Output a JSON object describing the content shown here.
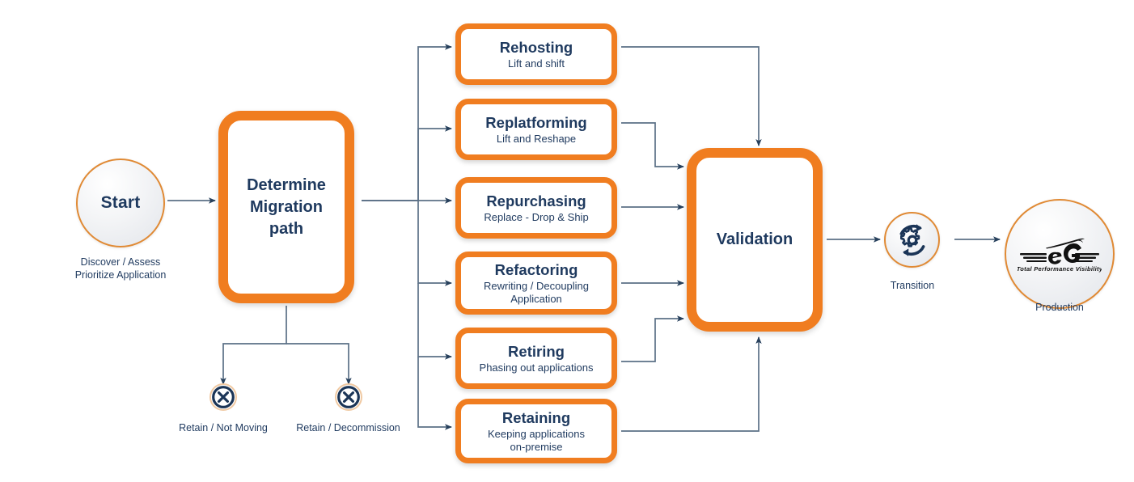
{
  "diagram": {
    "title": "Cloud Migration Path Flow",
    "colors": {
      "accent_orange": "#f07d20",
      "text_navy": "#1f3a5f",
      "connector": "#2b4058",
      "circle_ring": "#e08a35"
    }
  },
  "start": {
    "label": "Start",
    "caption_line1": "Discover / Assess",
    "caption_line2": "Prioritize Application"
  },
  "decision": {
    "line1": "Determine",
    "line2": "Migration",
    "line3": "path"
  },
  "terminations": [
    {
      "icon": "x-circle-icon",
      "label": "Retain / Not Moving"
    },
    {
      "icon": "x-circle-icon",
      "label": "Retain / Decommission"
    }
  ],
  "strategies": [
    {
      "title": "Rehosting",
      "sub1": "Lift and shift",
      "sub2": ""
    },
    {
      "title": "Replatforming",
      "sub1": "Lift and Reshape",
      "sub2": ""
    },
    {
      "title": "Repurchasing",
      "sub1": "Replace - Drop & Ship",
      "sub2": ""
    },
    {
      "title": "Refactoring",
      "sub1": "Rewriting / Decoupling",
      "sub2": "Application"
    },
    {
      "title": "Retiring",
      "sub1": "Phasing out applications",
      "sub2": ""
    },
    {
      "title": "Retaining",
      "sub1": "Keeping applications",
      "sub2": "on-premise"
    }
  ],
  "validation": {
    "label": "Validation"
  },
  "transition": {
    "icon": "gear-refresh-icon",
    "label": "Transition"
  },
  "production": {
    "logo_mark": "eG",
    "logo_tagline": "Total Performance Visibility",
    "label": "Production"
  }
}
